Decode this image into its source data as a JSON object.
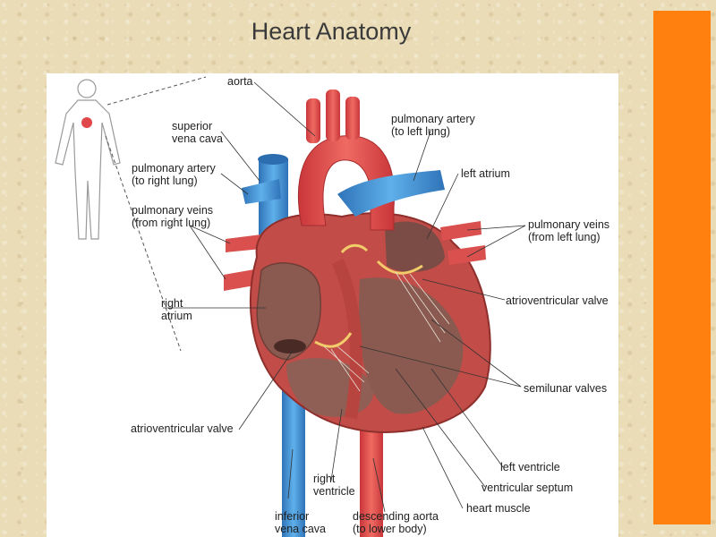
{
  "slide": {
    "title": "Heart Anatomy",
    "accent_color": "#ff7f0f"
  },
  "diagram": {
    "labels": {
      "aorta": "aorta",
      "superior_vena_cava": "superior\nvena cava",
      "pulmonary_artery_right": "pulmonary artery\n(to right lung)",
      "pulmonary_veins_right": "pulmonary veins\n(from right lung)",
      "right_atrium": "right\natrium",
      "av_valve_left_label": "atrioventricular valve",
      "right_ventricle": "right\nventricle",
      "inferior_vena_cava": "inferior\nvena cava",
      "descending_aorta": "descending aorta\n(to lower body)",
      "pulmonary_artery_left": "pulmonary artery\n(to left lung)",
      "left_atrium": "left atrium",
      "pulmonary_veins_left": "pulmonary veins\n(from left lung)",
      "av_valve_right_label": "atrioventricular valve",
      "semilunar_valves": "semilunar valves",
      "left_ventricle": "left ventricle",
      "ventricular_septum": "ventricular septum",
      "heart_muscle": "heart muscle"
    },
    "colors": {
      "artery": "#e0474a",
      "vein": "#3f8fd6",
      "muscle": "#c9534e",
      "chamber": "#8a5a50",
      "valve": "#f2cc6a"
    }
  }
}
